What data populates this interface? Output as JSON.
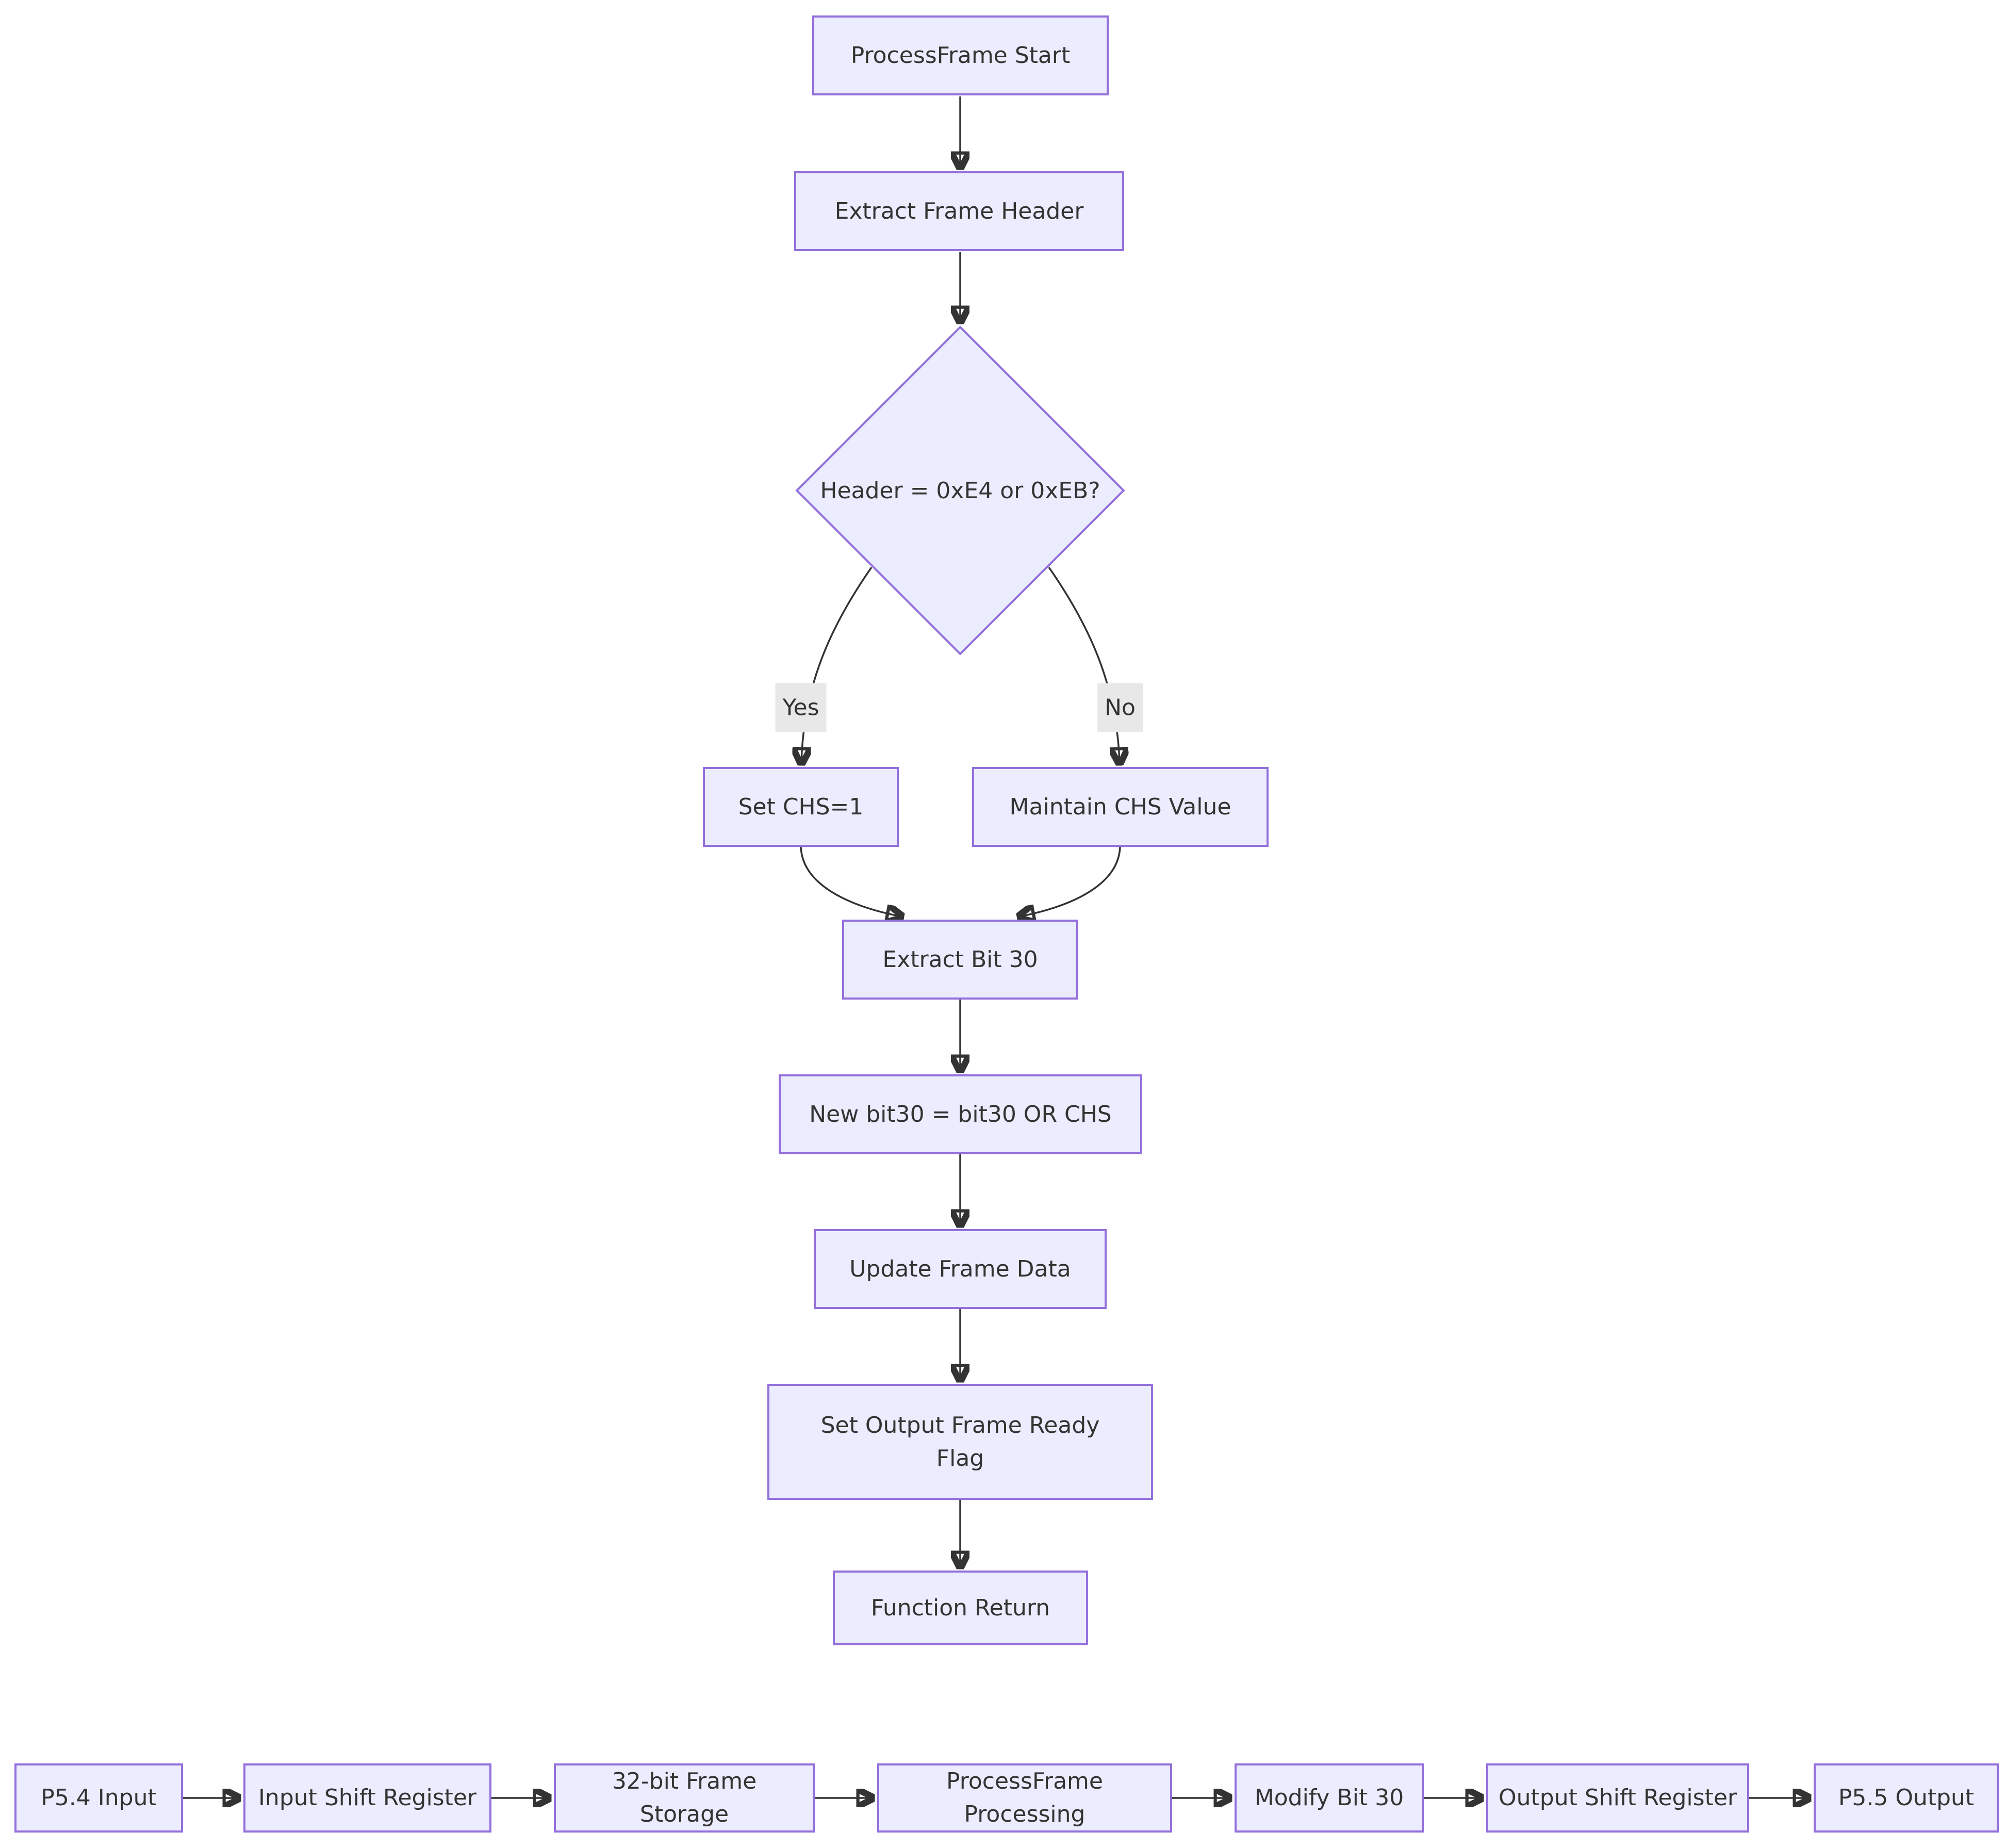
{
  "flowchart": {
    "nodes": {
      "start": "ProcessFrame Start",
      "extract_header": "Extract Frame Header",
      "header_check": "Header = 0xE4 or 0xEB?",
      "set_chs": "Set CHS=1",
      "maintain_chs": "Maintain CHS Value",
      "extract_bit30": "Extract Bit 30",
      "new_bit30": "New bit30 = bit30 OR CHS",
      "update_frame": "Update Frame Data",
      "set_output_flag": "Set Output Frame Ready Flag",
      "function_return": "Function Return"
    },
    "edge_labels": {
      "yes": "Yes",
      "no": "No"
    }
  },
  "pipeline": {
    "nodes": [
      {
        "label": "P5.4 Input"
      },
      {
        "label": "Input Shift Register"
      },
      {
        "label": "32-bit Frame Storage"
      },
      {
        "label": "ProcessFrame Processing"
      },
      {
        "label": "Modify Bit 30"
      },
      {
        "label": "Output Shift Register"
      },
      {
        "label": "P5.5 Output"
      }
    ]
  },
  "colors": {
    "node_fill": "#ECECFF",
    "node_border": "#9370DB",
    "edge_stroke": "#333333",
    "text": "#333333",
    "edge_label_bg": "#e8e8e8",
    "background": "#ffffff"
  }
}
